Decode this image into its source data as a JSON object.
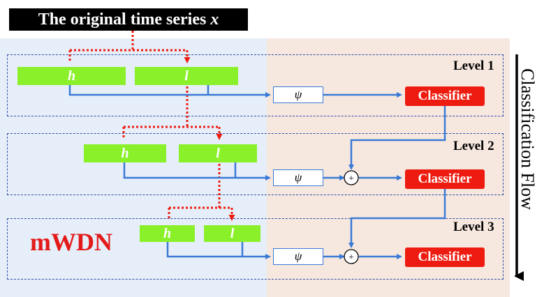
{
  "title": {
    "text": "The original time series ",
    "var": "x"
  },
  "levels": [
    {
      "label": "Level 1",
      "h": "h",
      "l": "l",
      "psi": "ψ",
      "classifier": "Classifier"
    },
    {
      "label": "Level 2",
      "h": "h",
      "l": "l",
      "psi": "ψ",
      "plus": "+",
      "classifier": "Classifier"
    },
    {
      "label": "Level 3",
      "h": "h",
      "l": "l",
      "psi": "ψ",
      "plus": "+",
      "classifier": "Classifier"
    }
  ],
  "model_label": "mWDN",
  "flow_label": "Classification Flow",
  "colors": {
    "left_panel": "#e6eef9",
    "right_panel": "#f6e7df",
    "filter_block": "#8af02a",
    "classifier": "#ee1c10",
    "solid_arrow": "#3a7ad6",
    "dotted_arrow": "#ee1c10",
    "model_label": "#e31a1a"
  }
}
